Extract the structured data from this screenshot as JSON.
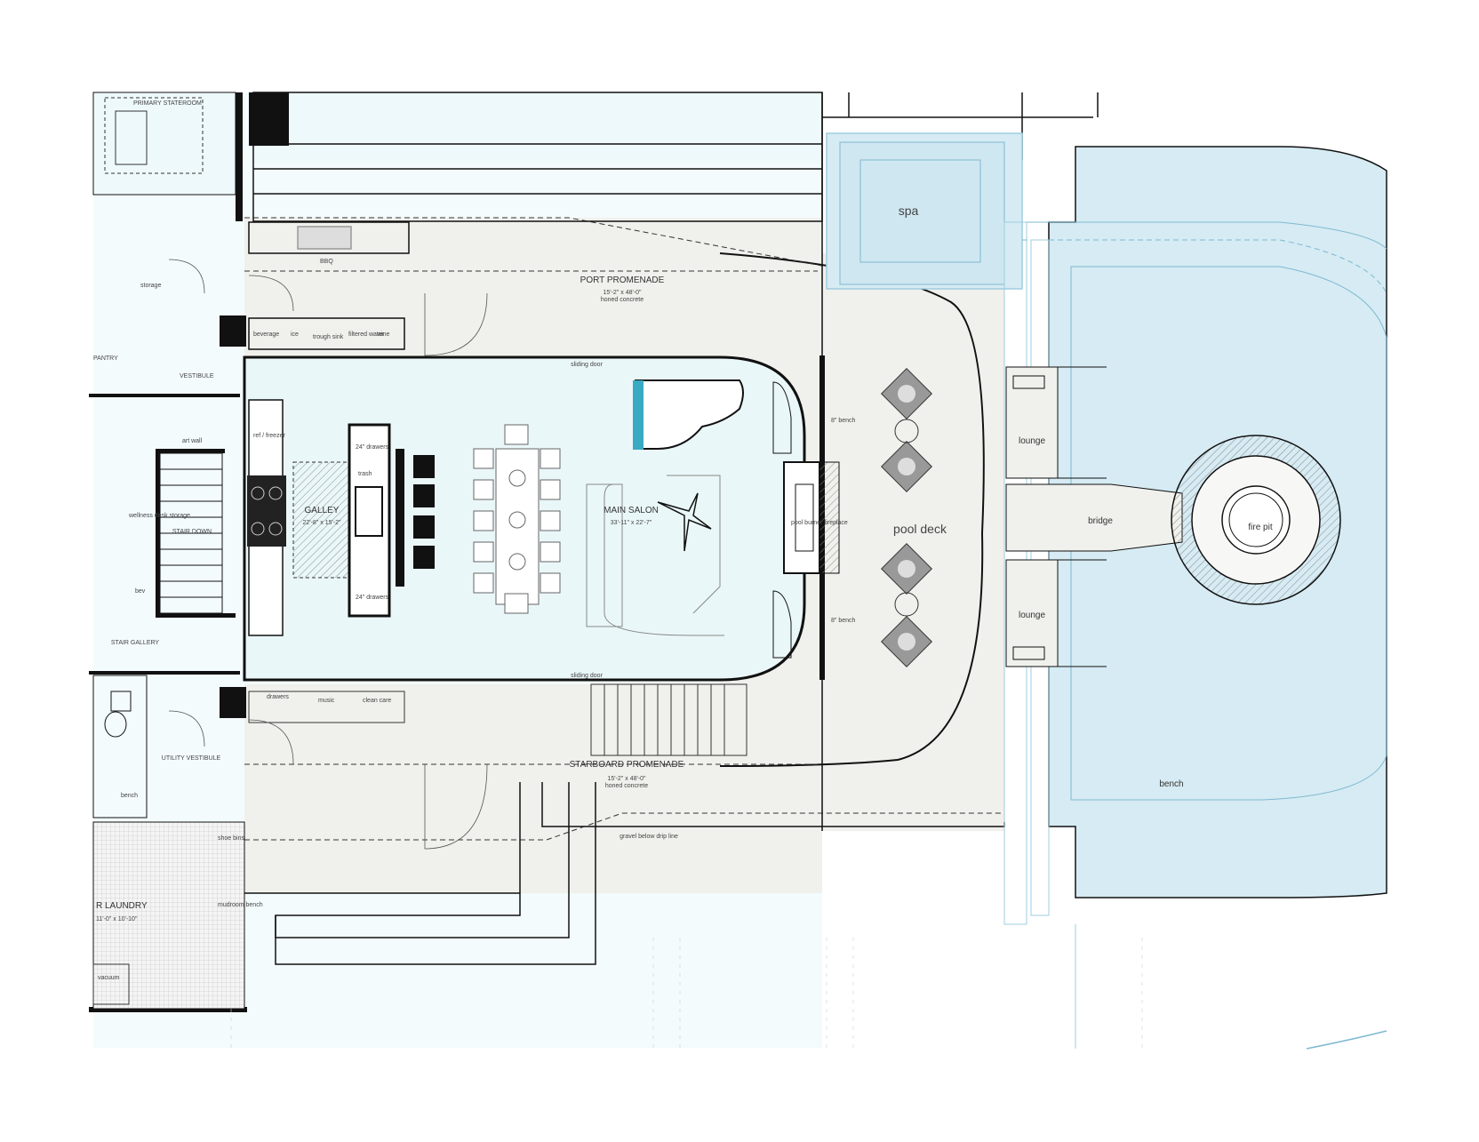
{
  "rooms": {
    "primary_stateroom": "PRIMARY STATEROOM",
    "spa": "spa",
    "port_promenade": "PORT PROMENADE",
    "port_promenade_dim": "15'-2\" x 48'-0\"",
    "port_promenade_finish": "honed concrete",
    "pantry": "PANTRY",
    "vestibule": "VESTIBULE",
    "galley": "GALLEY",
    "galley_dim": "22'-8\" x 15'-2\"",
    "main_salon": "MAIN SALON",
    "main_salon_dim": "33'-11\" x 22'-7\"",
    "pool_deck": "pool deck",
    "lounge_top": "lounge",
    "lounge_bottom": "lounge",
    "bridge": "bridge",
    "fire_pit": "fire pit",
    "bench_pool": "bench",
    "wellness": "wellness desk storage",
    "stair_down": "STAIR DOWN",
    "stair_gallery": "STAIR GALLERY",
    "bev": "bev",
    "utility_vestibule": "UTILITY VESTIBULE",
    "starboard_promenade": "STARBOARD PROMENADE",
    "starboard_promenade_dim": "15'-2\" x 48'-0\"",
    "starboard_promenade_finish": "honed concrete",
    "laundry": "R LAUNDRY",
    "laundry_dim": "11'-0\" x 10'-10\"",
    "vacuum": "vacuum"
  },
  "notes": {
    "bbq": "BBQ",
    "storage": "storage",
    "beverage": "beverage",
    "ice": "ice",
    "trough_sink": "trough sink",
    "filtered_water": "filtered water",
    "wine": "wine",
    "sliding_door_top": "sliding door",
    "sliding_door_bottom": "sliding door",
    "ref_freezer": "ref / freezer",
    "drawers_top": "24\" drawers",
    "drawers_bottom": "24\" drawers",
    "trash": "trash",
    "art_wall": "art wall",
    "bench_top": "8\" bench",
    "bench_bottom": "8\" bench",
    "pool_burner": "pool burner fireplace",
    "drawers": "drawers",
    "music": "music",
    "cleaning": "clean care",
    "gravel": "gravel below drip line",
    "bench_2": "bench",
    "mudroom_bench": "mudroom bench",
    "shoe": "shoe bins"
  },
  "colors": {
    "interior": "#eef9fb",
    "deck": "#f0f0ec",
    "pool": "#d6ebf3",
    "pool_edge": "#9fcde0",
    "wall": "#111111"
  }
}
